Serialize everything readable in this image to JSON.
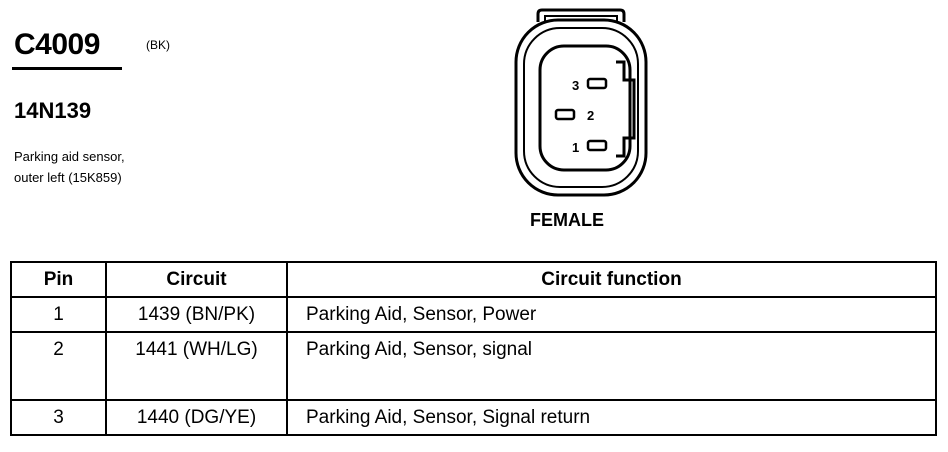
{
  "connector": {
    "id": "C4009",
    "color_code": "(BK)",
    "part_number": "14N139",
    "description_line1": "Parking aid sensor,",
    "description_line2": "outer left (15K859)",
    "gender": "FEMALE",
    "pin_labels": [
      "3",
      "2",
      "1"
    ]
  },
  "table": {
    "headers": [
      "Pin",
      "Circuit",
      "Circuit function"
    ],
    "rows": [
      {
        "pin": "1",
        "circuit": "1439 (BN/PK)",
        "function": "Parking Aid, Sensor, Power"
      },
      {
        "pin": "2",
        "circuit": "1441 (WH/LG)",
        "function": "Parking Aid, Sensor, signal"
      },
      {
        "pin": "3",
        "circuit": "1440 (DG/YE)",
        "function": "Parking Aid, Sensor, Signal return"
      }
    ]
  }
}
